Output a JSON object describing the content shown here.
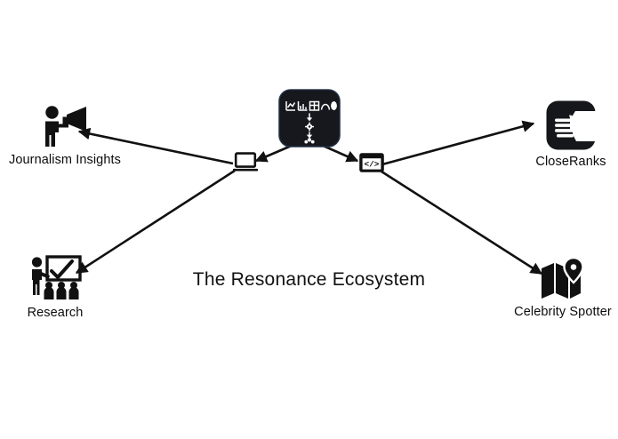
{
  "diagram": {
    "title": "The Resonance Ecosystem",
    "background_color": "#ffffff",
    "ink_color": "#111111",
    "core": {
      "icon": "analytics-pipeline-icon",
      "label": "",
      "fill": "#16181d"
    },
    "hubs": [
      {
        "id": "laptop",
        "icon": "laptop-icon",
        "label": ""
      },
      {
        "id": "code",
        "icon": "code-window-icon",
        "label": ""
      }
    ],
    "nodes": [
      {
        "id": "journalism",
        "label": "Journalism Insights",
        "icon": "person-with-megaphone-icon"
      },
      {
        "id": "research",
        "label": "Research",
        "icon": "presentation-audience-icon"
      },
      {
        "id": "closeranks",
        "label": "CloseRanks",
        "icon": "handshake-app-icon"
      },
      {
        "id": "celebrity",
        "label": "Celebrity Spotter",
        "icon": "map-pin-icon"
      }
    ],
    "edges": [
      {
        "from": "core",
        "to": "laptop",
        "style": "arrow"
      },
      {
        "from": "core",
        "to": "code",
        "style": "arrow"
      },
      {
        "from": "laptop",
        "to": "journalism",
        "style": "arrow"
      },
      {
        "from": "laptop",
        "to": "research",
        "style": "arrow"
      },
      {
        "from": "code",
        "to": "closeranks",
        "style": "arrow"
      },
      {
        "from": "code",
        "to": "celebrity",
        "style": "arrow"
      }
    ]
  }
}
